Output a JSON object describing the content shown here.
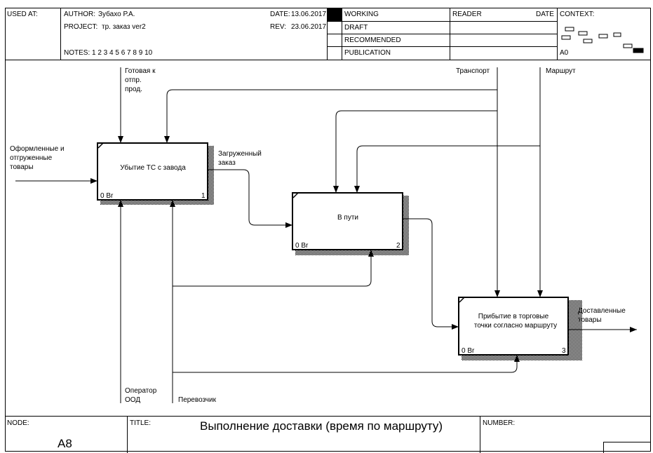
{
  "header": {
    "used_at_label": "USED AT:",
    "author_label": "AUTHOR:",
    "author": "Зубахо Р.А.",
    "project_label": "PROJECT:",
    "project": "тр. заказ ver2",
    "notes": "NOTES:  1  2  3  4  5  6  7  8  9  10",
    "date_label": "DATE:",
    "date": "13.06.2017",
    "rev_label": "REV:",
    "rev": "23.06.2017",
    "status_working": "WORKING",
    "status_draft": "DRAFT",
    "status_recommended": "RECOMMENDED",
    "status_publication": "PUBLICATION",
    "reader_label": "READER",
    "reader_date_label": "DATE",
    "context_label": "CONTEXT:",
    "context_node": "A0"
  },
  "footer": {
    "node_label": "NODE:",
    "node": "A8",
    "title_label": "TITLE:",
    "title": "Выполнение доставки (время по маршруту)",
    "number_label": "NUMBER:"
  },
  "boxes": [
    {
      "label": "Убытие ТС с завода",
      "cost": "0 Br",
      "num": "1"
    },
    {
      "label": "В пути",
      "cost": "0 Br",
      "num": "2"
    },
    {
      "label_lines": [
        "Прибытие в торговые",
        "точки согласно маршруту"
      ],
      "cost": "0 Br",
      "num": "3"
    }
  ],
  "arrows": {
    "gotovaya": [
      "Готовая к",
      "отпр.",
      "прод."
    ],
    "input": [
      "Оформленные и",
      "отгруженные",
      "товары"
    ],
    "zagruzh": [
      "Загруженный",
      "заказ"
    ],
    "transport": "Транспорт",
    "marshrut": "Маршрут",
    "operator": [
      "Оператор",
      "ООД"
    ],
    "perevozchik": "Перевозчик",
    "output": [
      "Доставленные",
      "товары"
    ]
  }
}
